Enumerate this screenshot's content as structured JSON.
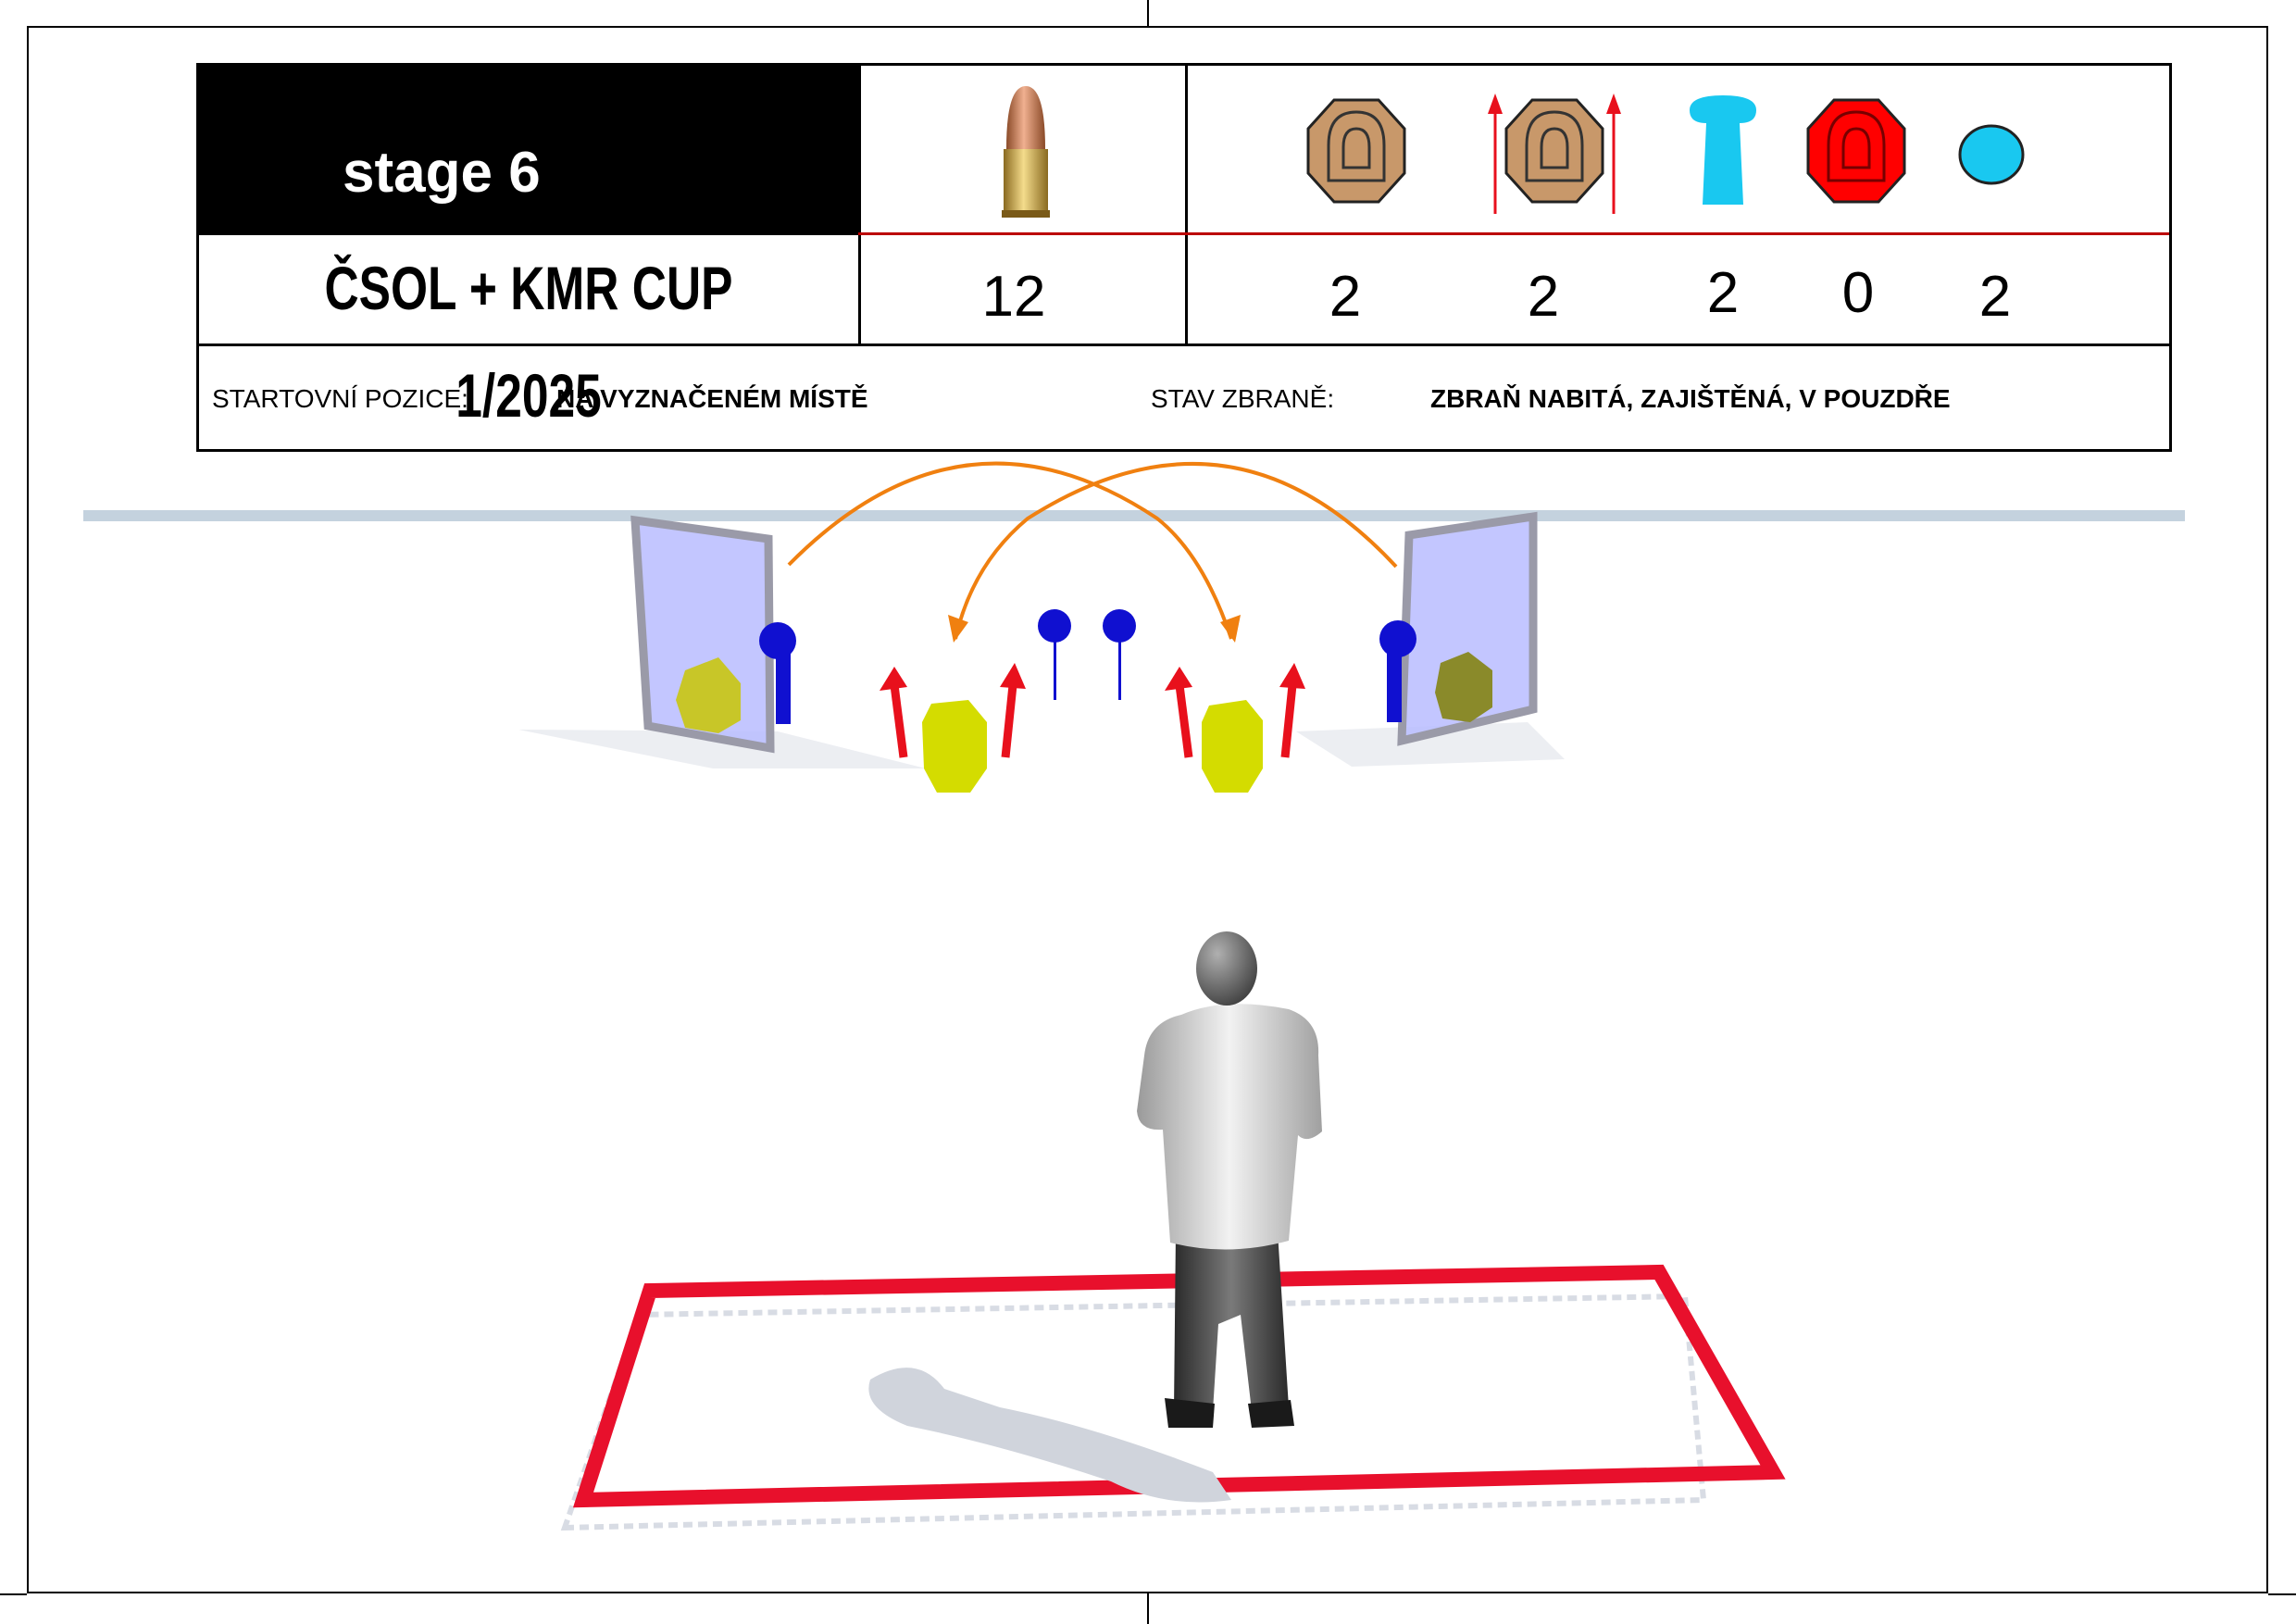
{
  "stage": {
    "title": "stage 6"
  },
  "event": {
    "title": "ČSOL + KMR CUP 1/2025"
  },
  "rounds": {
    "icon": "cartridge-icon",
    "count": "12"
  },
  "targets": [
    {
      "icon": "paper-target-icon",
      "count": "2"
    },
    {
      "icon": "moving-paper-target-icon",
      "count": "2"
    },
    {
      "icon": "popper-target-icon",
      "count": "2"
    },
    {
      "icon": "no-shoot-target-icon",
      "count": "0"
    },
    {
      "icon": "plate-target-icon",
      "count": "2"
    }
  ],
  "info": {
    "start_label": "STARTOVNÍ POZICE:",
    "start_value": "NA VYZNAČENÉM MÍSTĚ",
    "gun_label": "STAV ZBRANĚ:",
    "gun_value": "ZBRAŇ NABITÁ, ZAJIŠTĚNÁ, V POUZDŘE"
  },
  "colors": {
    "table_border": "#000000",
    "inner_rule": "#b00000",
    "paper_target": "#c8986a",
    "no_shoot": "#ff0000",
    "popper": "#19c8f0",
    "scene_target": "#d4dc00",
    "steel": "#1010d0",
    "arrow_red": "#e8101c",
    "swing_arc": "#f08010",
    "start_box": "#e8102c",
    "door_glass": "#b8bcff"
  }
}
